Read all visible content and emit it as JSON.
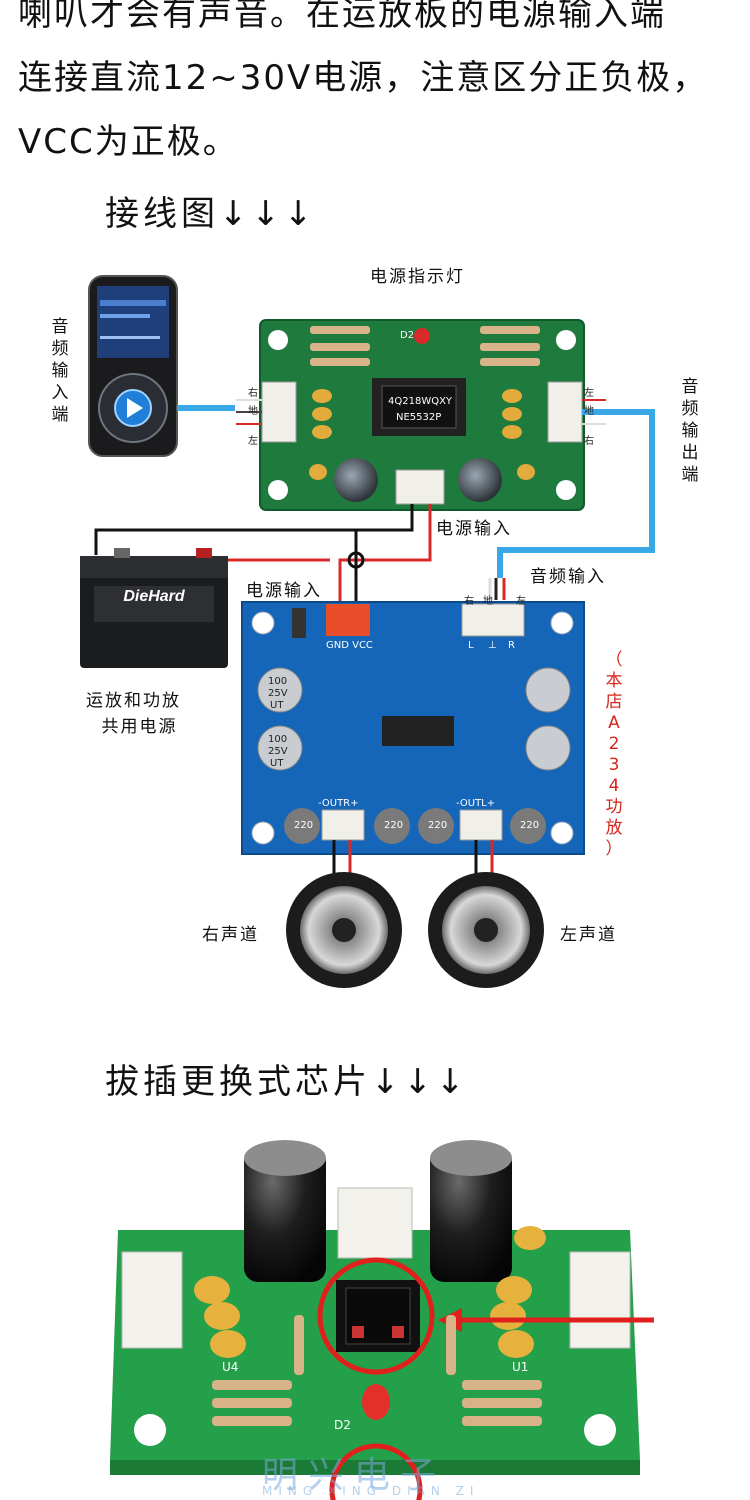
{
  "intro": {
    "lines": [
      "喇叭才会有声音。在运放板的电源输入端",
      "连接直流12~30V电源，注意区分正负极，",
      "VCC为正极。"
    ]
  },
  "section1": {
    "title": "接线图",
    "arrows": "↓↓↓"
  },
  "diagram": {
    "power_indicator_label": "电源指示灯",
    "audio_input_port_chars": [
      "音",
      "频",
      "输",
      "入",
      "端"
    ],
    "audio_output_port_chars": [
      "音",
      "频",
      "输",
      "出",
      "端"
    ],
    "preamp_power_input_label": "电源输入",
    "amp_power_input_label": "电源输入",
    "amp_audio_input_label": "音频输入",
    "shared_power_label_line1": "运放和功放",
    "shared_power_label_line2": "共用电源",
    "store_note_chars": [
      "（",
      "本",
      "店",
      "A",
      "2",
      "3",
      "4",
      "功",
      "放",
      "）"
    ],
    "right_channel_label": "右声道",
    "left_channel_label": "左声道",
    "battery_brand": "DieHard",
    "chip_line1": "4Q218WQXY",
    "chip_line2": "NE5532P",
    "preamp_left_connector": [
      "右",
      "地",
      "左"
    ],
    "preamp_right_connector": [
      "左",
      "地",
      "右"
    ],
    "amp_connector_labels": [
      "右",
      "地",
      "左"
    ],
    "amp_pins": [
      "L",
      "⊥",
      "R"
    ],
    "gnd_vcc": "GND VCC",
    "cap_text": [
      "100",
      "25V",
      "UT"
    ],
    "outr": "-OUTR+",
    "outl": "-OUTL+",
    "cap220": "220",
    "d2": "D2"
  },
  "section2": {
    "title": "拔插更换式芯片",
    "arrows": "↓↓↓"
  },
  "photo": {
    "u4": "U4",
    "u1": "U1",
    "d2": "D2",
    "watermark": "明兴电子",
    "watermark_sub": "MING XING DIAN ZI"
  }
}
